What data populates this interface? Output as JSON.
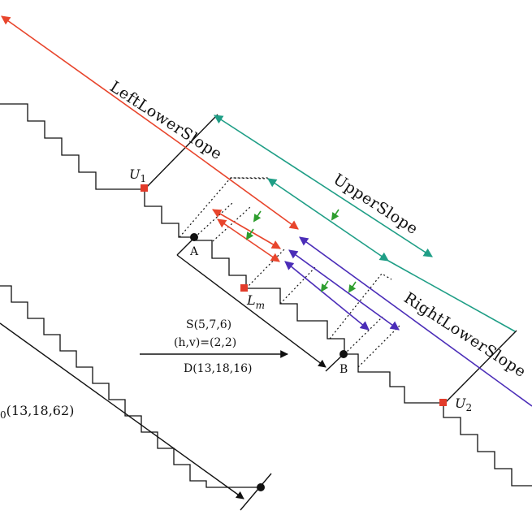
{
  "labels": {
    "left_lower_slope": "LeftLowerSlope",
    "upper_slope": "UpperSlope",
    "right_lower_slope": "RightLowerSlope",
    "u1": "U1",
    "u2": "U2",
    "lm": "Lm",
    "a": "A",
    "b": "B",
    "s_coord": "S(5,7,6)",
    "hv": "(h,v)=(2,2)",
    "d_coord": "D(13,18,16)",
    "bottom_coord": "(13,18,62)"
  },
  "colors": {
    "left_lower_slope": "#e8452c",
    "upper_slope": "#1f9e86",
    "right_lower_slope": "#4b2db8",
    "marker": "#e23b2a",
    "small_arrow": "#2e9e2e",
    "ink": "#111111"
  }
}
